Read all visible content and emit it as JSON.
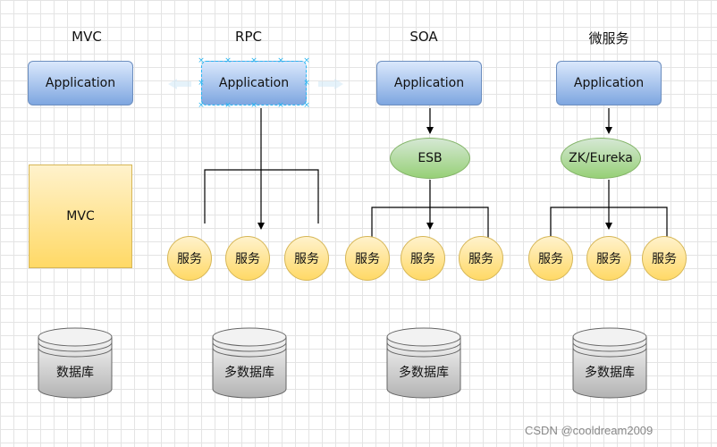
{
  "columns": [
    {
      "title": "MVC",
      "app_label": "Application",
      "box_label": "MVC",
      "db_label": "数据库"
    },
    {
      "title": "RPC",
      "app_label": "Application",
      "services": [
        "服务",
        "服务",
        "服务"
      ],
      "db_label": "多数据库"
    },
    {
      "title": "SOA",
      "app_label": "Application",
      "bus_label": "ESB",
      "services": [
        "服务",
        "服务",
        "服务"
      ],
      "db_label": "多数据库"
    },
    {
      "title": "微服务",
      "app_label": "Application",
      "bus_label": "ZK/Eureka",
      "services": [
        "服务",
        "服务",
        "服务"
      ],
      "db_label": "多数据库"
    }
  ],
  "watermark": "CSDN @cooldream2009",
  "colors": {
    "app_fill": "#7ea6e0",
    "service_fill": "#ffd966",
    "bus_fill": "#97d077",
    "db_fill": "#b3b3b3",
    "selection": "#29b6f2"
  }
}
